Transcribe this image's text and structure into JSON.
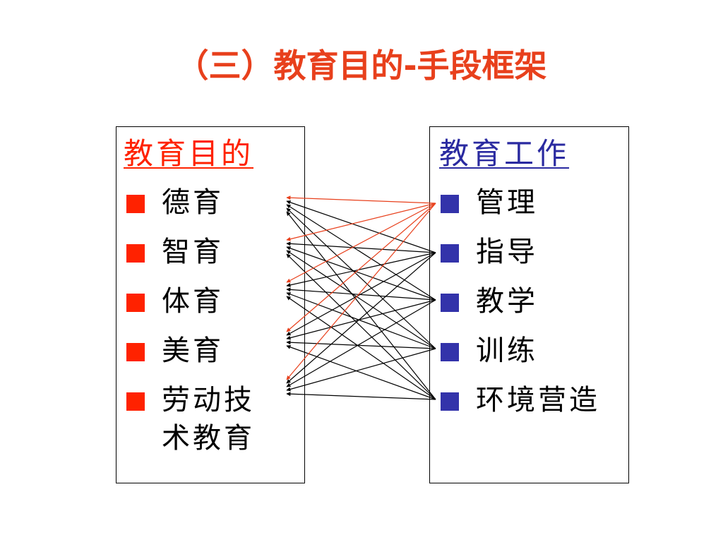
{
  "title": "（三）教育目的-手段框架",
  "colors": {
    "title": "#e8401c",
    "left_heading": "#ff2200",
    "right_heading": "#2a2aa0",
    "left_bullet": "#ff2200",
    "right_bullet": "#3333aa",
    "link_red": "#e8401c",
    "link_black": "#000000"
  },
  "left": {
    "heading": "教育目的",
    "items": [
      "德育",
      "智育",
      "体育",
      "美育",
      "劳动技\n术教育"
    ]
  },
  "right": {
    "heading": "教育工作",
    "items": [
      "管理",
      "指导",
      "教学",
      "训练",
      "环境营造"
    ]
  },
  "links": [
    {
      "from": 0,
      "to": 0,
      "color": "red"
    },
    {
      "from": 0,
      "to": 1,
      "color": "black"
    },
    {
      "from": 0,
      "to": 2,
      "color": "black"
    },
    {
      "from": 0,
      "to": 3,
      "color": "black"
    },
    {
      "from": 0,
      "to": 4,
      "color": "black"
    },
    {
      "from": 1,
      "to": 0,
      "color": "red"
    },
    {
      "from": 1,
      "to": 1,
      "color": "black"
    },
    {
      "from": 1,
      "to": 2,
      "color": "black"
    },
    {
      "from": 1,
      "to": 3,
      "color": "black"
    },
    {
      "from": 1,
      "to": 4,
      "color": "black"
    },
    {
      "from": 2,
      "to": 0,
      "color": "red"
    },
    {
      "from": 2,
      "to": 1,
      "color": "black"
    },
    {
      "from": 2,
      "to": 2,
      "color": "black"
    },
    {
      "from": 2,
      "to": 3,
      "color": "black"
    },
    {
      "from": 2,
      "to": 4,
      "color": "black"
    },
    {
      "from": 3,
      "to": 0,
      "color": "red"
    },
    {
      "from": 3,
      "to": 1,
      "color": "black"
    },
    {
      "from": 3,
      "to": 2,
      "color": "black"
    },
    {
      "from": 3,
      "to": 3,
      "color": "black"
    },
    {
      "from": 3,
      "to": 4,
      "color": "black"
    },
    {
      "from": 4,
      "to": 0,
      "color": "red"
    },
    {
      "from": 4,
      "to": 1,
      "color": "black"
    },
    {
      "from": 4,
      "to": 2,
      "color": "black"
    },
    {
      "from": 4,
      "to": 3,
      "color": "black"
    },
    {
      "from": 4,
      "to": 4,
      "color": "black"
    }
  ]
}
